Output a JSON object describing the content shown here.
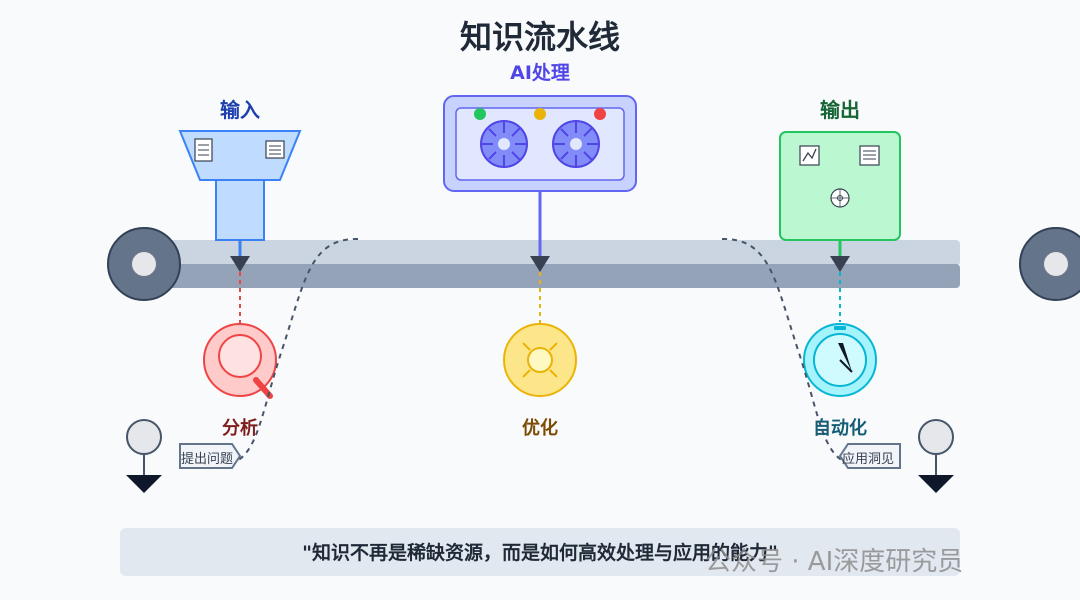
{
  "header": {
    "title": "知识流水线",
    "subtitle": "AI处理"
  },
  "stages": {
    "input": "输入",
    "output": "输出"
  },
  "steps": {
    "analysis": "分析",
    "optimize": "优化",
    "automation": "自动化"
  },
  "tags": {
    "ask": "提出问题",
    "apply": "应用洞见"
  },
  "quote": "\"知识不再是稀缺资源，而是如何高效处理与应用的能力\"",
  "watermark": "公众号 · AI深度研究员",
  "colors": {
    "input": "#bfdbfe",
    "processor": "#c7d2fe",
    "output": "#bbf7d0",
    "analysis": "#fecaca",
    "optimize": "#fde68a",
    "automation": "#cffafe",
    "belt": "#cbd5e1"
  },
  "icons": {
    "input": "funnel-icon",
    "processor": "gears-icon",
    "output": "dashboard-icon",
    "analysis": "magnifier-icon",
    "optimize": "lightbulb-icon",
    "automation": "stopwatch-icon"
  }
}
